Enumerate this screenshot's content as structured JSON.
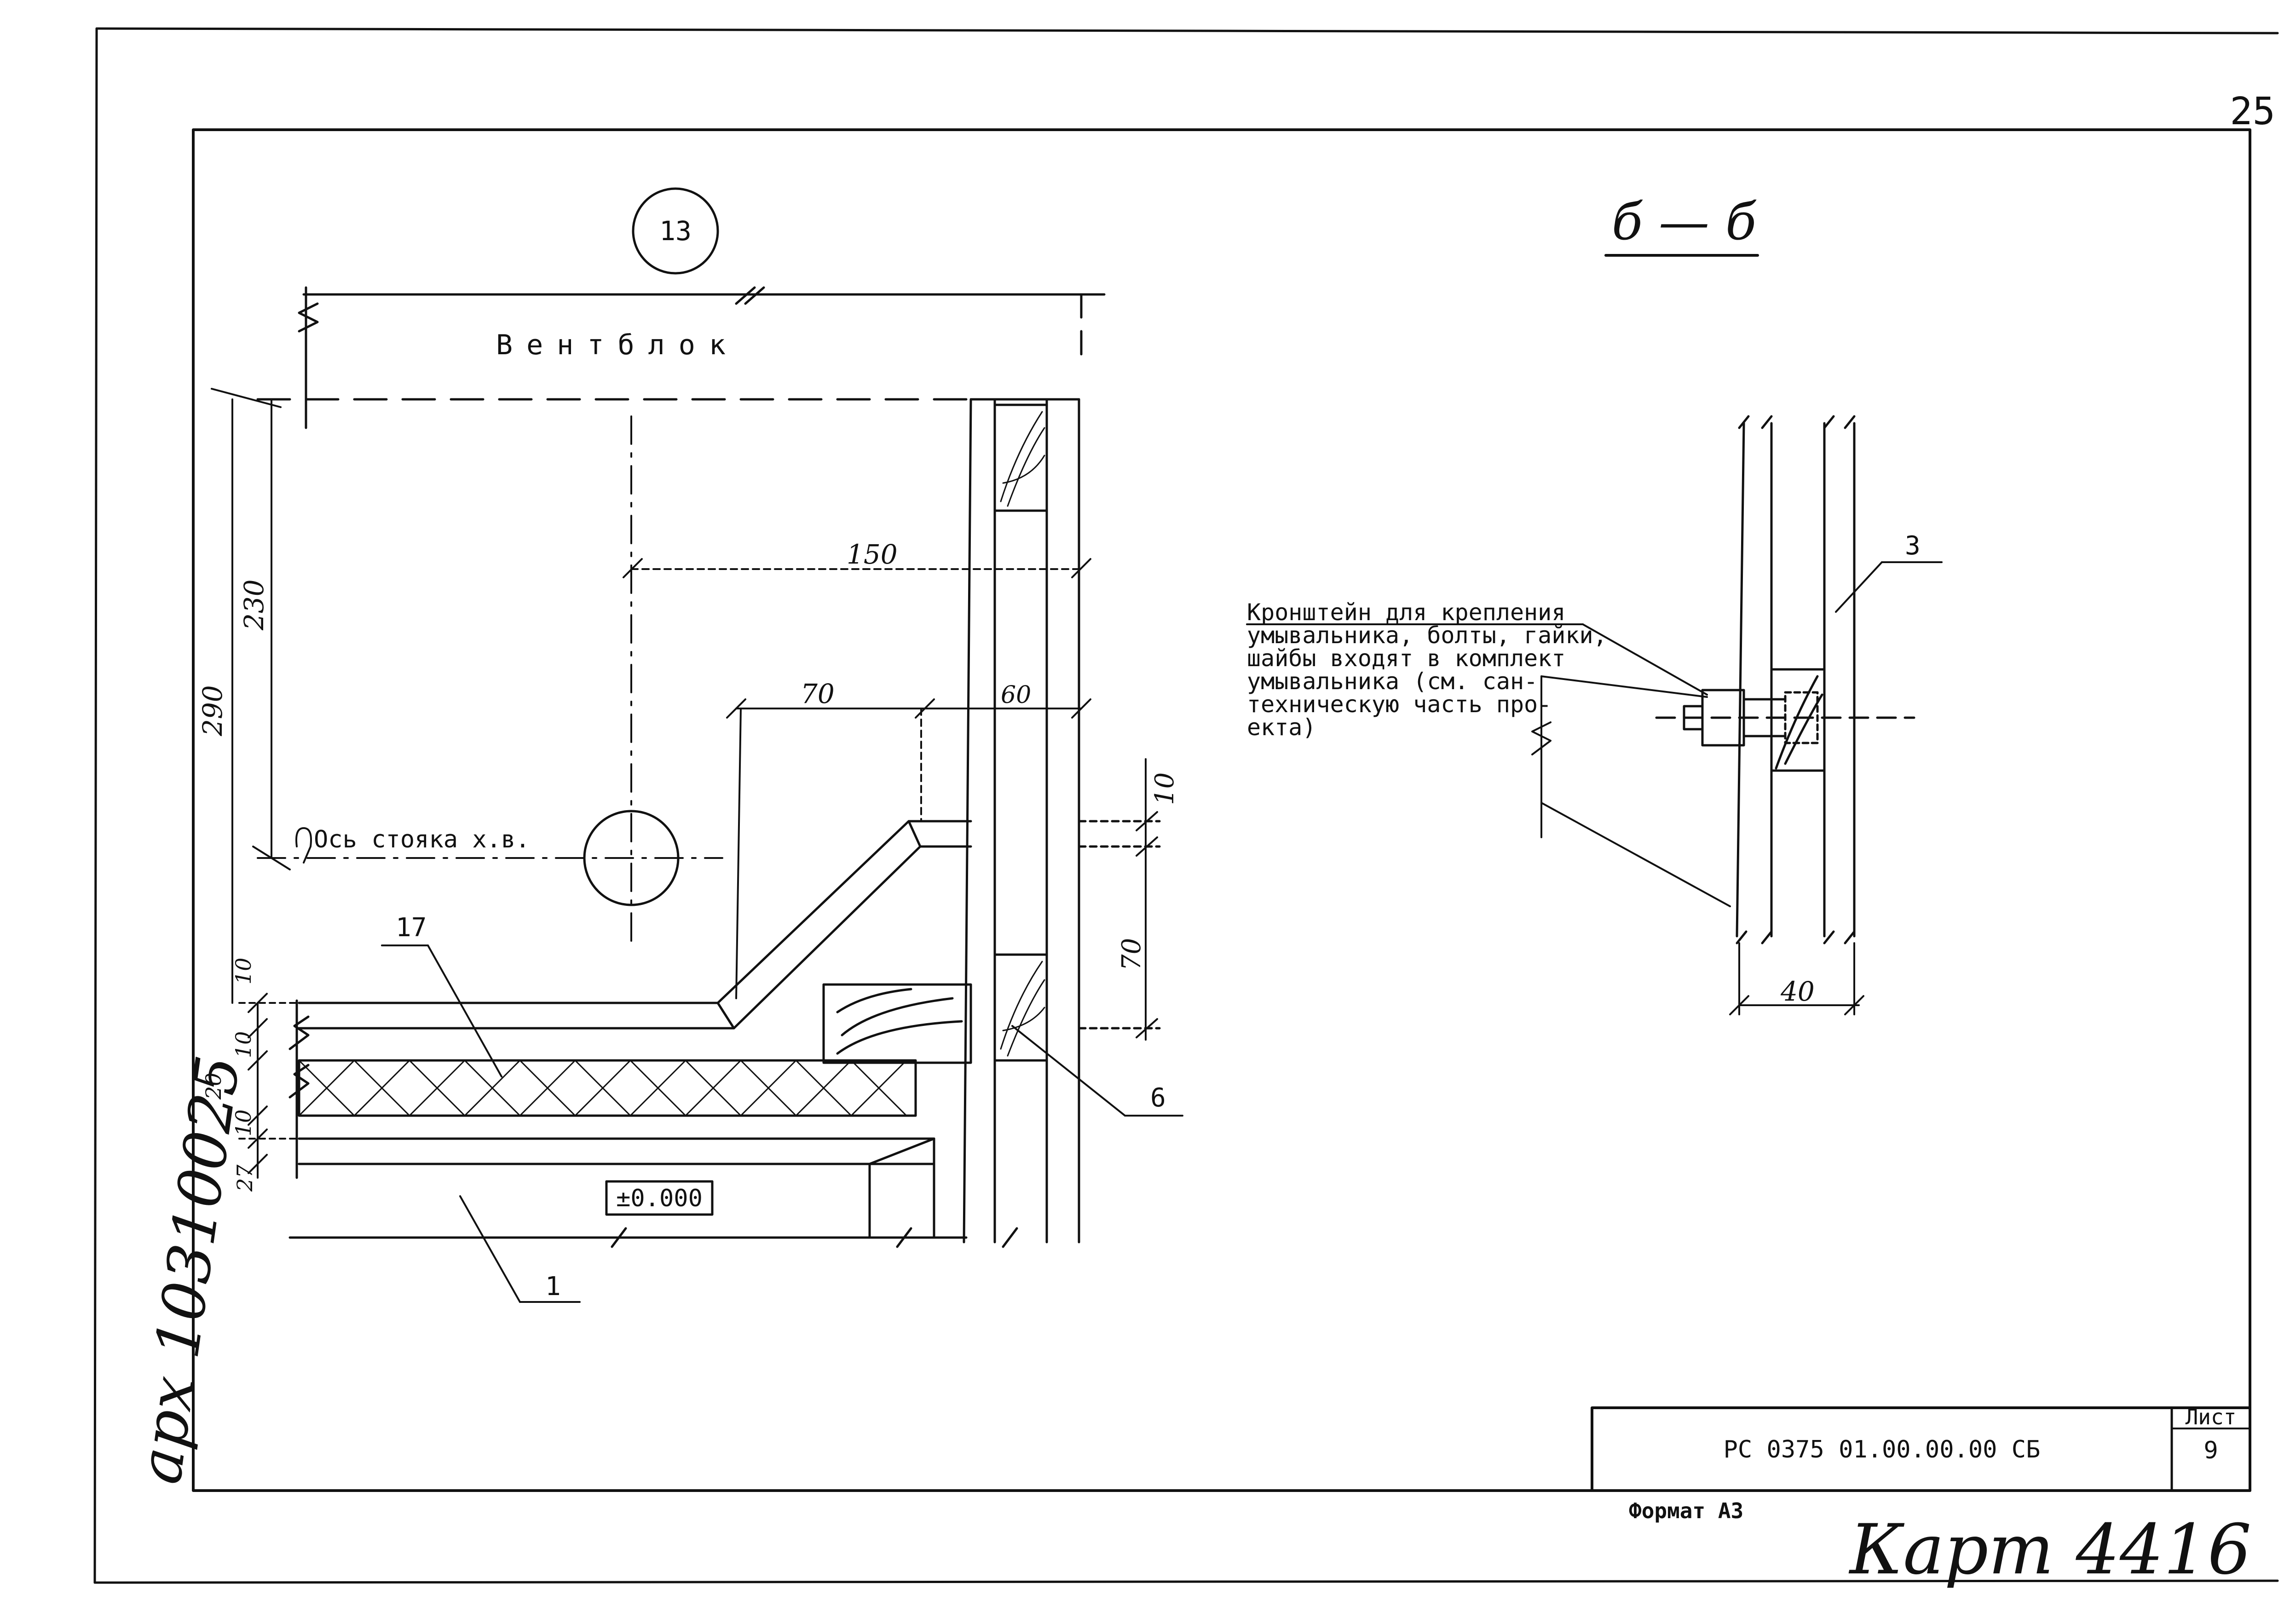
{
  "sheet": {
    "page_number": "25",
    "format": "Формат А3",
    "inventory_handwritten": "Карт 4416",
    "archive_handwritten": "арх 10310025"
  },
  "title_block": {
    "code": "РС 0375 01.00.00.00 СБ",
    "sheet_label": "Лист",
    "sheet_number": "9"
  },
  "detail_13": {
    "marker": "13",
    "ventblock_label": "Вентблок",
    "axis_label": "Ось стояка х.в.",
    "level_mark": "±0.000",
    "dimensions": {
      "d290": "290",
      "d230": "230",
      "d150": "150",
      "d70_top": "70",
      "d60": "60",
      "d10_right": "10",
      "d70_right": "70",
      "d10_a": "10",
      "d10_b": "10",
      "d20": "20",
      "d10_c": "10",
      "d27": "27"
    },
    "callouts": {
      "c17": "17",
      "c6": "6",
      "c1": "1"
    }
  },
  "section_bb": {
    "title": "б — б",
    "note_lines": [
      "Кронштейн для крепления",
      "умывальника, болты, гайки,",
      "шайбы входят в комплект",
      "умывальника (см. сан-",
      "техническую часть про-",
      "екта)"
    ],
    "dim_40": "40",
    "callout_3": "3"
  }
}
